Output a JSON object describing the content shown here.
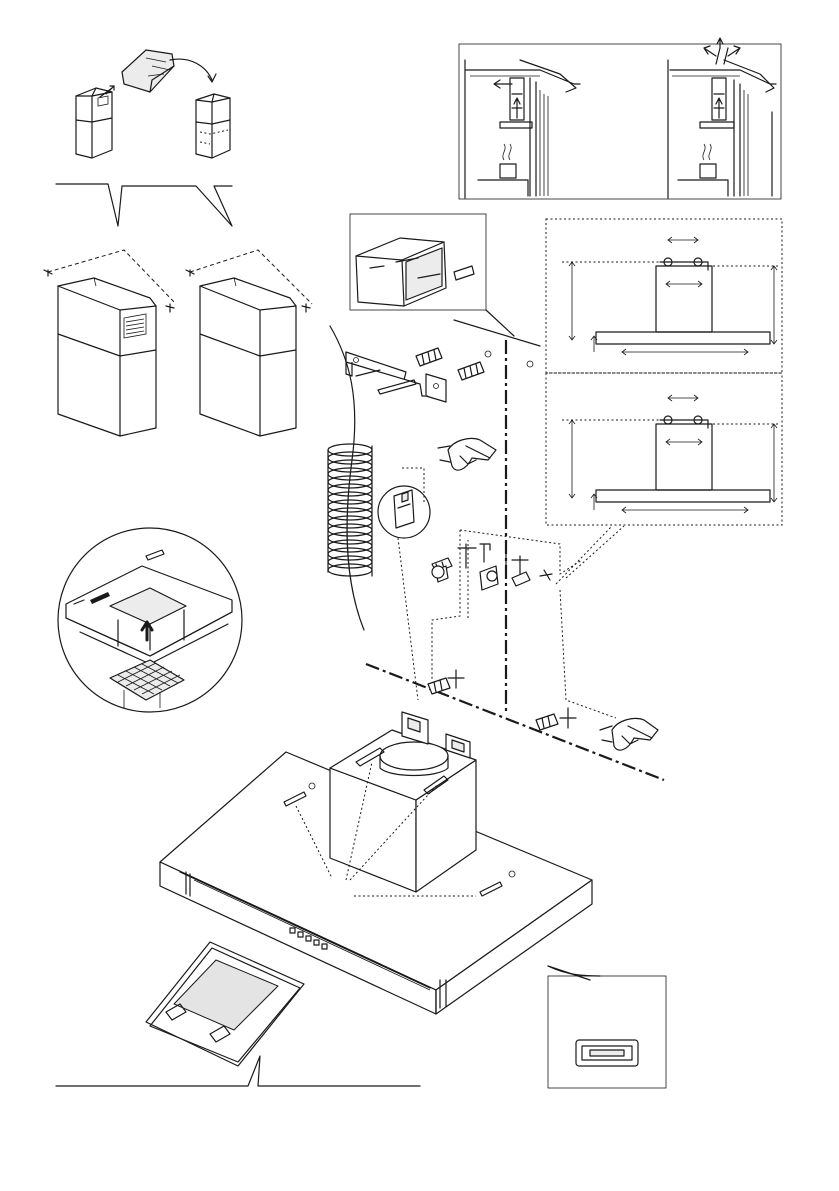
{
  "diagram": {
    "panels": [
      {
        "id": "chimney-assembly",
        "description_visible": false
      },
      {
        "id": "chimney-duct-and-recirculation-versions"
      },
      {
        "id": "wall-fixing-hardware"
      },
      {
        "id": "installation-dimensions-upper"
      },
      {
        "id": "installation-dimensions-lower"
      },
      {
        "id": "carbon-filter-fitting"
      },
      {
        "id": "hood-body-fixing"
      },
      {
        "id": "grease-filter"
      },
      {
        "id": "control-switch-detail"
      }
    ],
    "colors": {
      "line": "#1a1a1a",
      "fill_light": "#ececec",
      "filter_fill": "#e4e4e4",
      "background": "#ffffff"
    }
  }
}
